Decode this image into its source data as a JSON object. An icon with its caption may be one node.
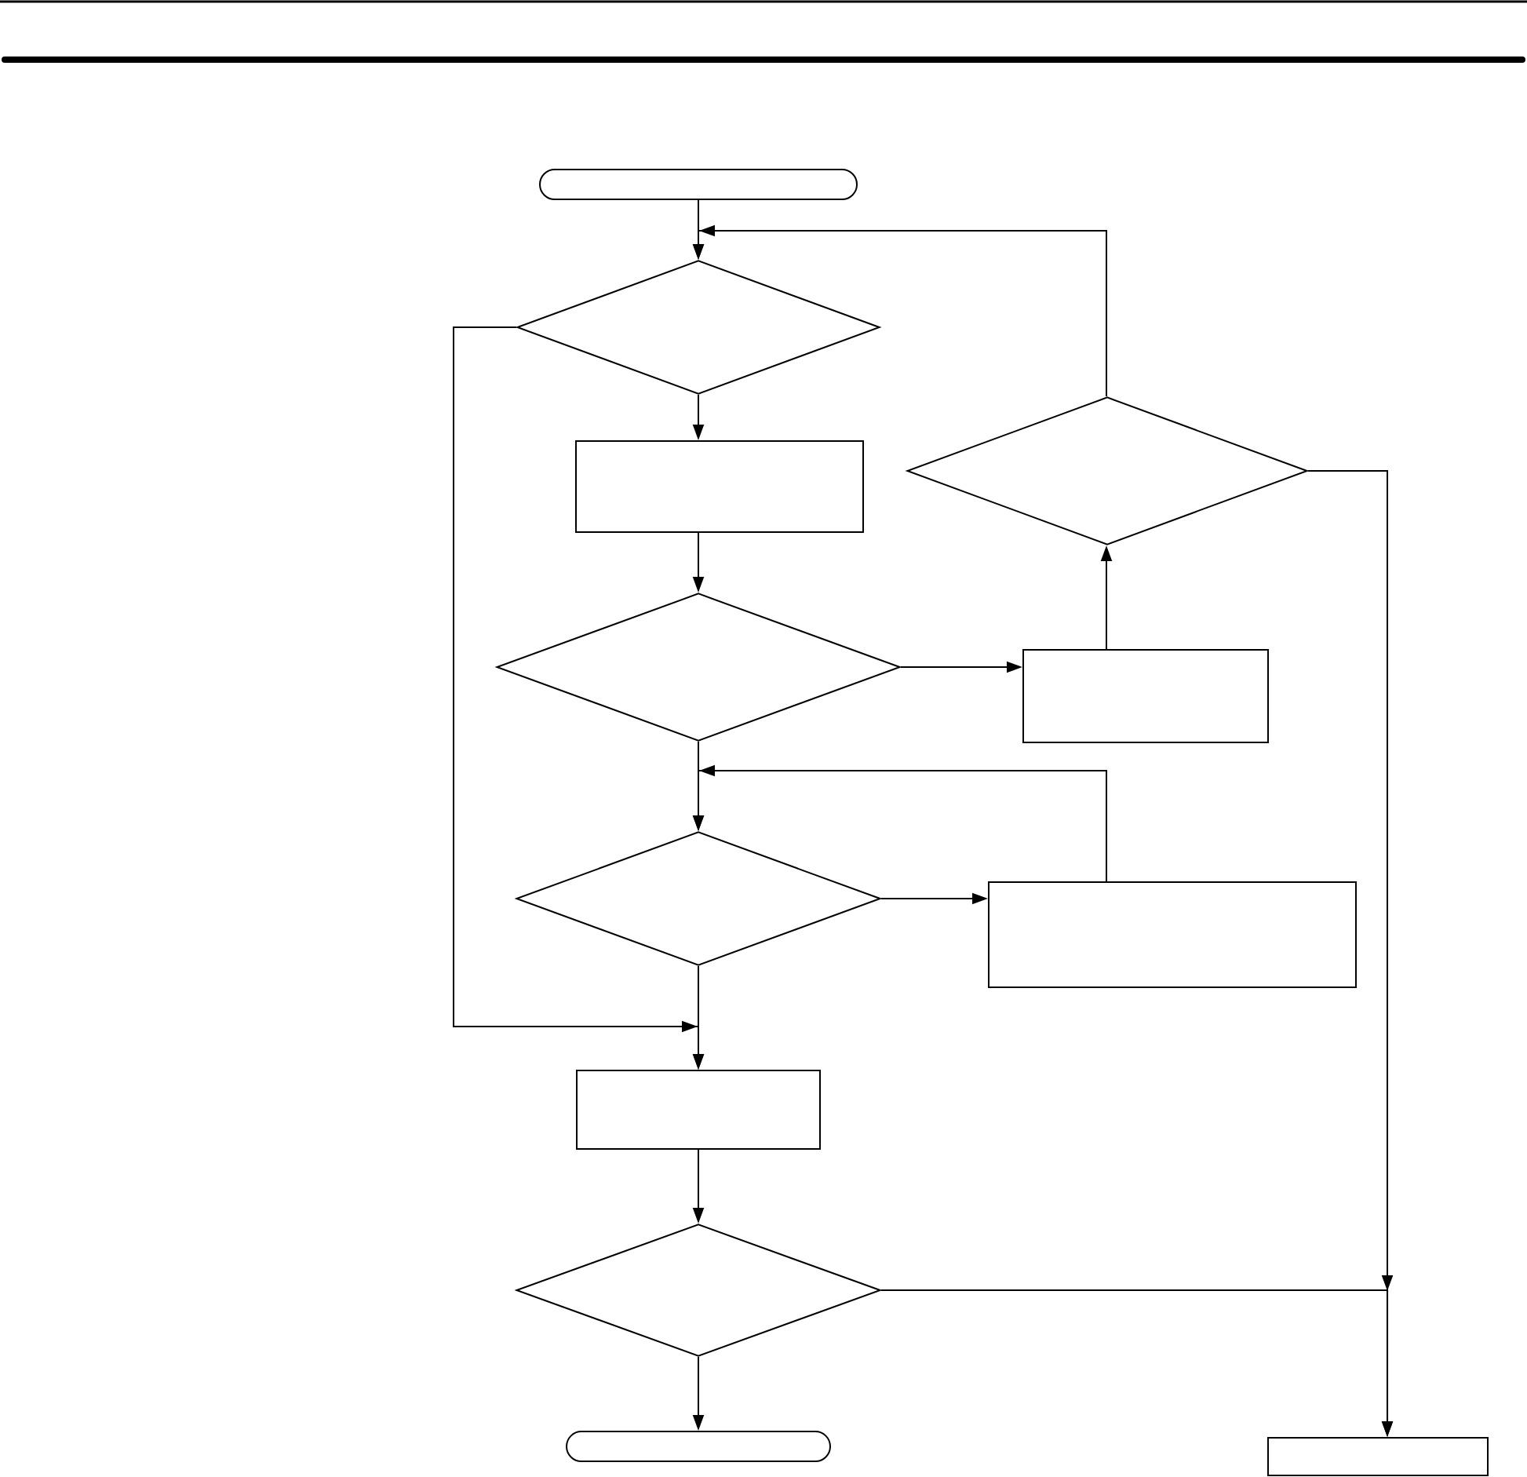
{
  "diagram": {
    "nodes": [
      {
        "text": [],
        "shape": "capsule"
      },
      {
        "text": [],
        "shape": "diamond"
      },
      {
        "text": [],
        "shape": "diamond"
      },
      {
        "text": [],
        "shape": "box"
      },
      {
        "text": [],
        "shape": "diamond"
      },
      {
        "text": [],
        "shape": "box"
      },
      {
        "text": [],
        "shape": "diamond"
      },
      {
        "text": [],
        "shape": "box"
      },
      {
        "text": [],
        "shape": "box"
      },
      {
        "text": [],
        "shape": "diamond"
      },
      {
        "text": [],
        "shape": "capsule"
      },
      {
        "text": [],
        "shape": "box"
      }
    ],
    "edges": [
      {
        "from": 0,
        "to": 1,
        "arrow": "to"
      },
      {
        "from": 1,
        "to": 3,
        "arrow": "to"
      },
      {
        "from": 1,
        "to": 8,
        "arrow": "to"
      },
      {
        "from": 2,
        "to": 1,
        "arrow": "to"
      },
      {
        "from": 2,
        "to": 11,
        "arrow": "to"
      },
      {
        "from": 3,
        "to": 4,
        "arrow": "to"
      },
      {
        "from": 4,
        "to": 5,
        "arrow": "to"
      },
      {
        "from": 4,
        "to": 6,
        "arrow": "to"
      },
      {
        "from": 5,
        "to": 2,
        "arrow": "to"
      },
      {
        "from": 6,
        "to": 7,
        "arrow": "to"
      },
      {
        "from": 6,
        "to": 8,
        "arrow": "to"
      },
      {
        "from": 7,
        "to": 6,
        "arrow": "to"
      },
      {
        "from": 8,
        "to": 9,
        "arrow": "to"
      },
      {
        "from": 9,
        "to": 10,
        "arrow": "to"
      },
      {
        "from": 9,
        "to": 11,
        "arrow": "to"
      }
    ]
  }
}
